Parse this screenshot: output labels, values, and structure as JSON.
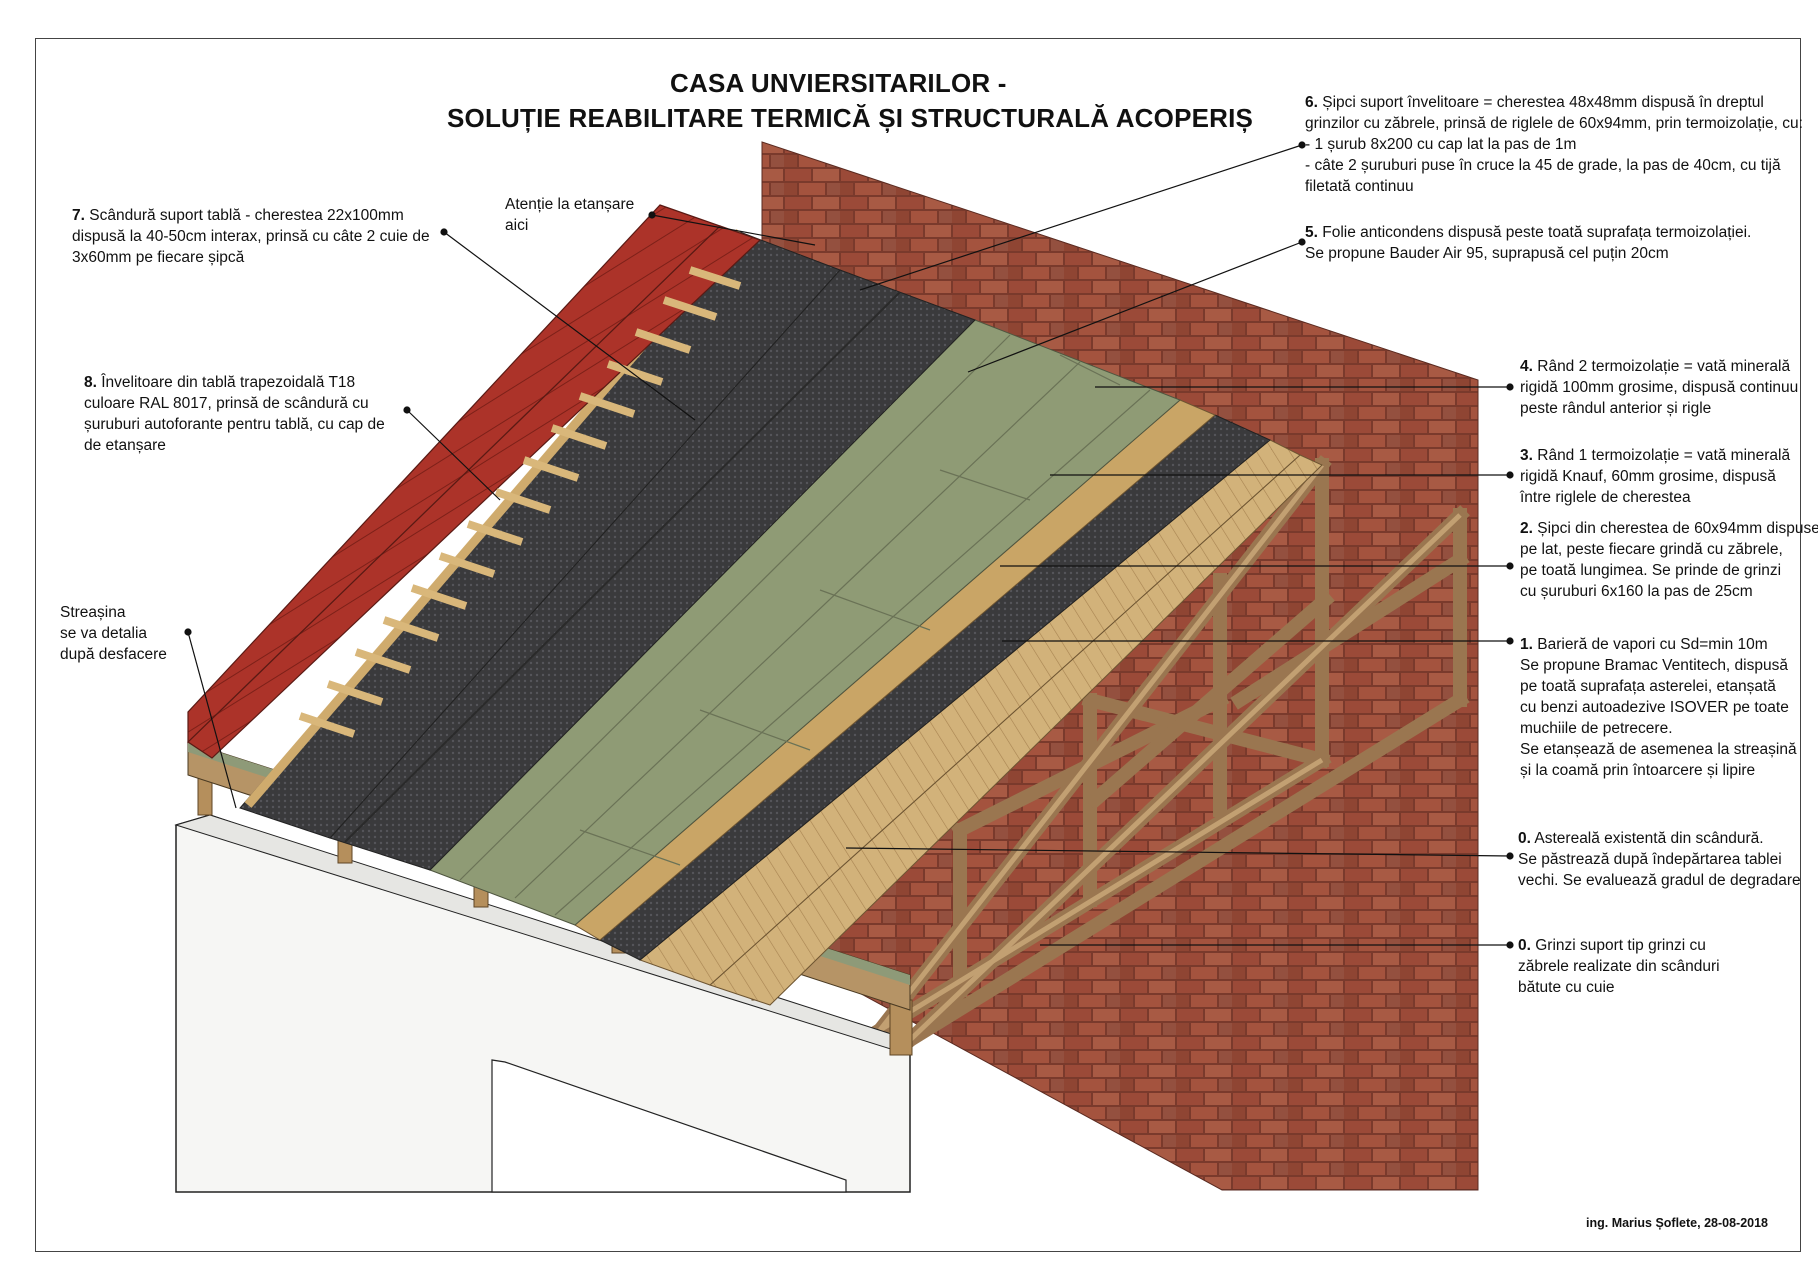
{
  "title": {
    "line1": "CASA UNVIERSITARILOR -",
    "line2": "SOLUȚIE REABILITARE TERMICĂ ȘI STRUCTURALĂ ACOPERIȘ"
  },
  "notes": {
    "n6": {
      "num": "6.",
      "lines": [
        "Șipci suport învelitoare = cherestea 48x48mm dispusă în dreptul",
        " grinzilor cu zăbrele, prinsă de riglele de 60x94mm, prin termoizolație, cu:",
        "- 1 șurub 8x200 cu cap lat la pas de 1m",
        "- câte 2 șuruburi puse în cruce la 45 de grade, la pas de 40cm, cu tijă",
        "filetată continuu"
      ]
    },
    "n5": {
      "num": "5.",
      "lines": [
        "Folie anticondens dispusă peste toată suprafața termoizolației.",
        "Se propune Bauder Air 95, suprapusă cel puțin 20cm"
      ]
    },
    "n4": {
      "num": "4.",
      "lines": [
        "Rând 2 termoizolație = vată minerală",
        "rigidă 100mm grosime, dispusă continuu",
        "peste rândul anterior și rigle"
      ]
    },
    "n3": {
      "num": "3.",
      "lines": [
        "Rând 1 termoizolație  = vată minerală",
        "rigidă Knauf, 60mm grosime, dispusă",
        "între riglele de cherestea"
      ]
    },
    "n2": {
      "num": "2.",
      "lines": [
        "Șipci din cherestea de 60x94mm dispuse",
        "pe lat, peste fiecare grindă cu zăbrele,",
        "pe toată lungimea. Se prinde de grinzi",
        "cu șuruburi 6x160 la pas de 25cm"
      ]
    },
    "n1": {
      "num": "1.",
      "lines": [
        "Barieră de vapori cu Sd=min 10m",
        "Se propune Bramac Ventitech, dispusă",
        "pe toată suprafața asterelei, etanșată",
        "cu benzi autoadezive ISOVER  pe toate",
        "muchiile de petrecere.",
        "Se etanșează de asemenea la streașină",
        "și la coamă prin întoarcere și lipire"
      ]
    },
    "n0a": {
      "num": "0.",
      "lines": [
        "Astereală existentă din scândură.",
        "Se păstrează după îndepărtarea tablei",
        "vechi. Se evaluează gradul de degradare"
      ]
    },
    "n0b": {
      "num": "0.",
      "lines": [
        "Grinzi suport tip grinzi cu",
        "zăbrele realizate din scânduri",
        "bătute cu cuie"
      ]
    },
    "n7": {
      "num": "7.",
      "lines": [
        "Scândură suport tablă - cherestea 22x100mm",
        "dispusă la 40-50cm interax, prinsă cu câte 2 cuie de",
        "3x60mm pe fiecare șipcă"
      ]
    },
    "n8": {
      "num": "8.",
      "lines": [
        "Învelitoare din tablă trapezoidală T18",
        "culoare RAL 8017, prinsă de scândură cu",
        "șuruburi autoforante pentru tablă, cu cap de",
        "de etanșare"
      ]
    },
    "atentie": {
      "num": "",
      "lines": [
        "Atenție la etanșare",
        "aici"
      ]
    },
    "streasina": {
      "num": "",
      "lines": [
        "Streașina",
        "se va detalia",
        "după desfacere"
      ]
    }
  },
  "signature": "ing. Marius Șoflete, 28-08-2018",
  "colors": {
    "brick": "#9b4a38",
    "roof_red": "#a8322a",
    "membrane": "#3d3d3f",
    "insulation": "#8d9873",
    "timber": "#c8a56a",
    "truss": "#a98660",
    "wall": "#f5f5f3"
  }
}
